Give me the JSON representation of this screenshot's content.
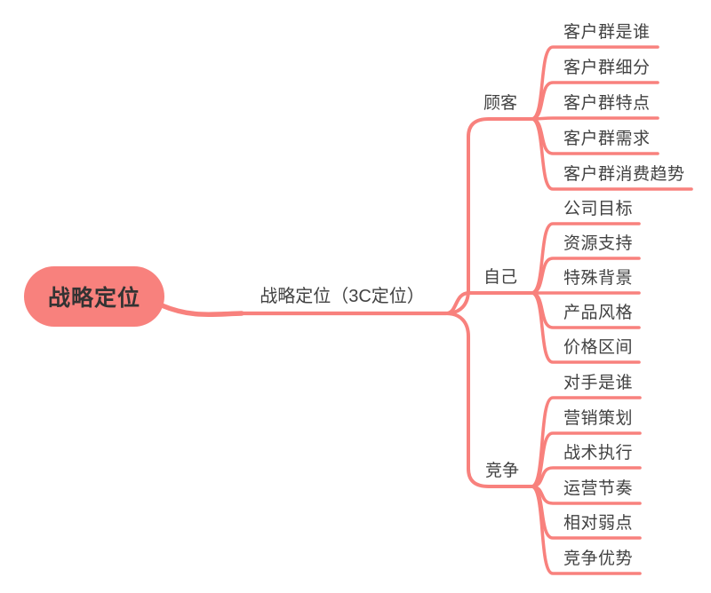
{
  "colors": {
    "accent": "#F8817D",
    "text": "#424242",
    "root_text": "#333333",
    "background": "#FFFFFF"
  },
  "root": {
    "label": "战略定位"
  },
  "main_topic": {
    "label": "战略定位（3C定位）"
  },
  "branches": [
    {
      "label": "顾客",
      "children": [
        "客户群是谁",
        "客户群细分",
        "客户群特点",
        "客户群需求",
        "客户群消费趋势"
      ]
    },
    {
      "label": "自己",
      "children": [
        "公司目标",
        "资源支持",
        "特殊背景",
        "产品风格",
        "价格区间"
      ]
    },
    {
      "label": "竞争",
      "children": [
        "对手是谁",
        "营销策划",
        "战术执行",
        "运营节奏",
        "相对弱点",
        "竞争优势"
      ]
    }
  ]
}
